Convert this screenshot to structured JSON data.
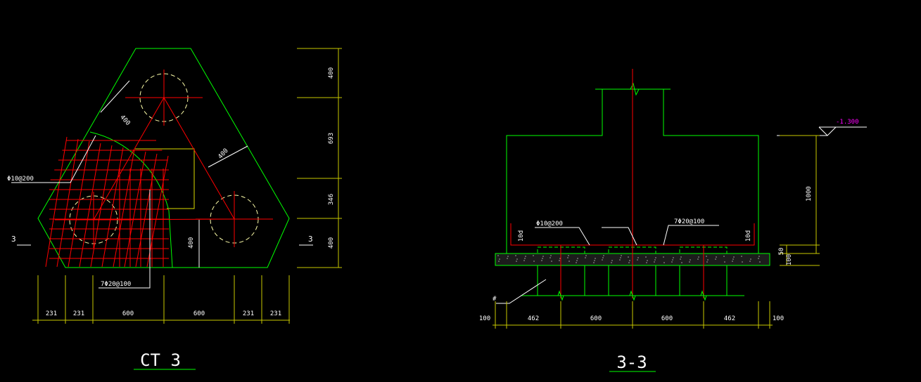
{
  "colors": {
    "background": "#000000",
    "outline": "#00ff00",
    "rebar": "#ff0000",
    "dimension": "#c8c800",
    "pile_circle": "#ffffaa",
    "text": "#ffffff",
    "elevation": "#ff00ff"
  },
  "plan": {
    "title": "CT 3",
    "section_mark_left": "3",
    "section_mark_right": "3",
    "rebar_label_top": "Φ10@200",
    "rebar_label_bottom": "7Φ20@100",
    "dim_400_a": "400",
    "dim_400_b": "400",
    "dim_400_c": "400",
    "right_dims": [
      "400",
      "693",
      "346",
      "400"
    ],
    "bottom_dims": [
      "231",
      "231",
      "600",
      "600",
      "231",
      "231"
    ]
  },
  "section": {
    "title": "3-3",
    "elevation": "-1.300",
    "height_dim": "1000",
    "dim_50": "50",
    "dim_100_right": "100",
    "rebar_label_left": "Φ10@200",
    "rebar_label_right": "7Φ20@100",
    "hook_left": "10d",
    "hook_right": "10d",
    "pile_mark": "#",
    "bottom_dims": [
      "100",
      "462",
      "600",
      "600",
      "462",
      "100"
    ]
  }
}
